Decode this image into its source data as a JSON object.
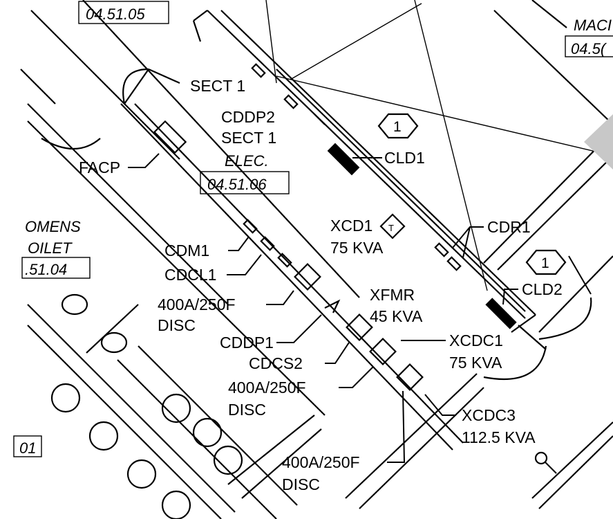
{
  "rooms": {
    "elec": {
      "name": "ELEC.",
      "number": "04.51.06"
    },
    "toilet": {
      "name_line1": "OMENS",
      "name_line2": "OILET",
      "number": ".51.04"
    },
    "top_room": {
      "number": "04.51.05"
    },
    "mach": {
      "name": "MACI",
      "number": "04.5("
    },
    "lower_left": {
      "number": "01"
    }
  },
  "labels": {
    "sect1_top": "SECT 1",
    "cddp2": "CDDP2",
    "sect1": "SECT 1",
    "facp": "FACP",
    "cld1": "CLD1",
    "xcd1": "XCD1",
    "xcd1_kva": "75 KVA",
    "cdr1": "CDR1",
    "cdm1": "CDM1",
    "cdcl1": "CDCL1",
    "disc_a": "400A/250F",
    "disc_a2": "DISC",
    "xfmr": "XFMR",
    "xfmr_kva": "45 KVA",
    "cld2": "CLD2",
    "cddp1": "CDDP1",
    "xcdc1": "XCDC1",
    "xcdc1_kva": "75 KVA",
    "cdcs2": "CDCS2",
    "disc_b": "400A/250F",
    "disc_b2": "DISC",
    "xcdc3": "XCDC3",
    "xcdc3_kva": "112.5 KVA",
    "disc_c": "400A/250F",
    "disc_c2": "DISC"
  },
  "tags": {
    "hex1": "1",
    "hex2": "1",
    "diamond": "T"
  }
}
